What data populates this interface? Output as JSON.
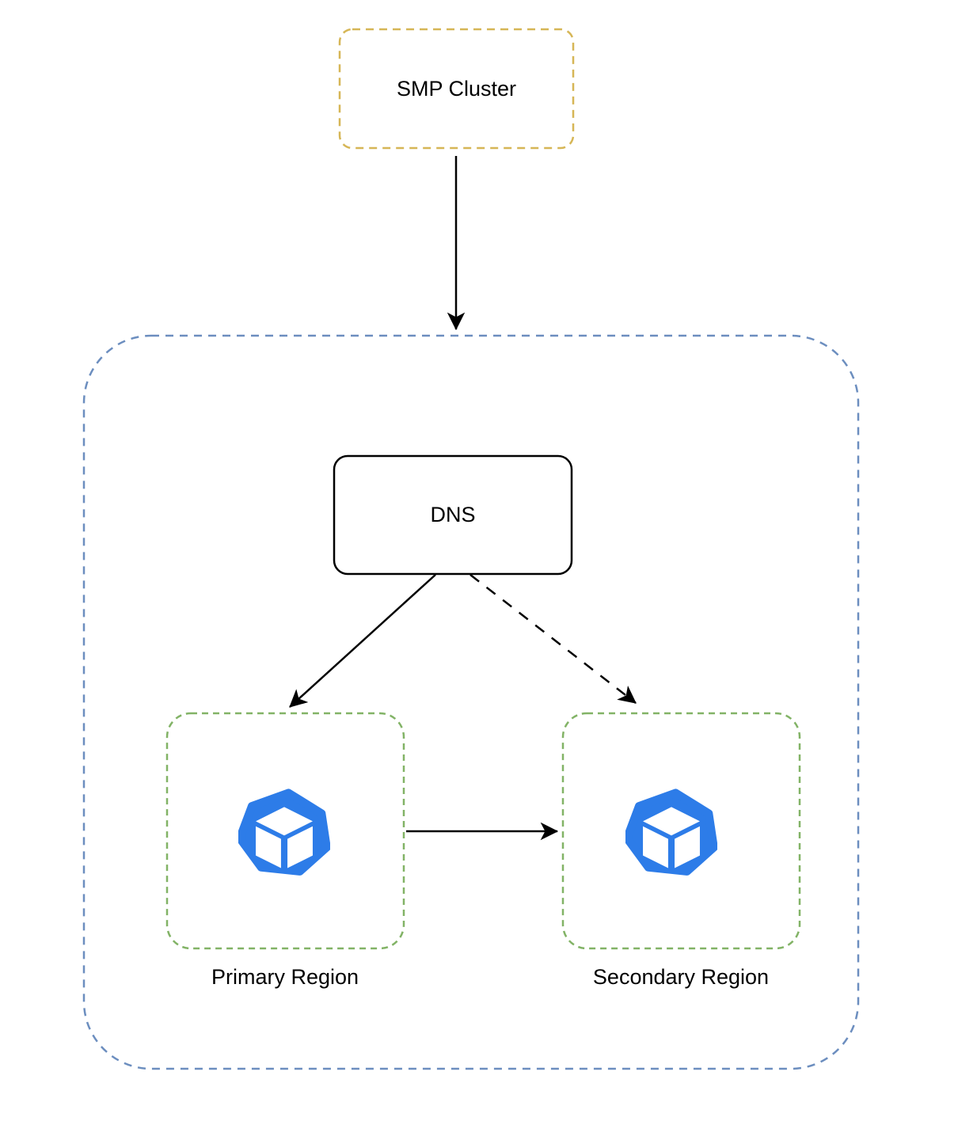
{
  "nodes": {
    "smp_cluster": {
      "label": "SMP Cluster"
    },
    "dns": {
      "label": "DNS"
    },
    "primary_region": {
      "label": "Primary Region",
      "icon": "cube-heptagon-icon"
    },
    "secondary_region": {
      "label": "Secondary Region",
      "icon": "cube-heptagon-icon"
    }
  },
  "edges": [
    {
      "from": "smp_cluster",
      "to": "region_group_container",
      "style": "solid-arrow"
    },
    {
      "from": "dns",
      "to": "primary_region",
      "style": "solid-arrow"
    },
    {
      "from": "dns",
      "to": "secondary_region",
      "style": "dashed-arrow"
    },
    {
      "from": "primary_region",
      "to": "secondary_region",
      "style": "solid-arrow"
    }
  ],
  "colors": {
    "smp_border": "#D6B656",
    "container_border": "#6C8EBF",
    "region_border": "#82B366",
    "icon_blue": "#2D7CE8",
    "arrow_color": "#000000",
    "text_color": "#000000"
  }
}
